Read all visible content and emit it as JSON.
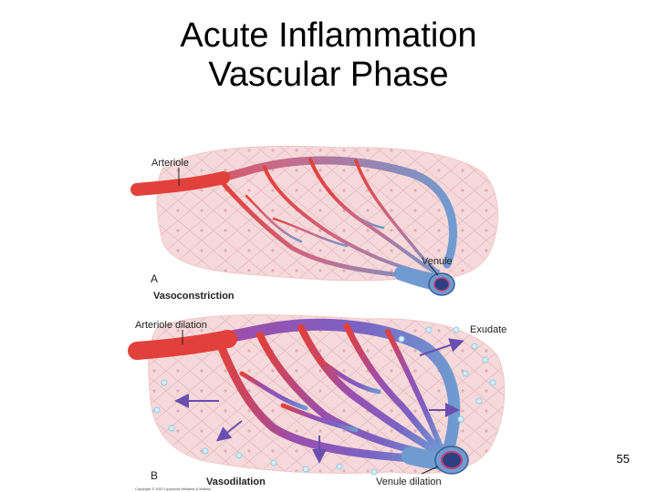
{
  "slide": {
    "title_line1": "Acute Inflammation",
    "title_line2": "Vascular Phase",
    "page_number": "55"
  },
  "panel_a": {
    "letter": "A",
    "caption": "Vasoconstriction",
    "labels": {
      "arteriole": "Arteriole",
      "venule": "Venule"
    }
  },
  "panel_b": {
    "letter": "B",
    "caption": "Vasodilation",
    "labels": {
      "arteriole": "Arteriole dilation",
      "exudate": "Exudate",
      "venule": "Venule dilation"
    }
  },
  "copyright": "Copyright © 2007 Lippincott Williams & Wilkins.",
  "colors": {
    "artery": "#e2403a",
    "vein": "#6f9bd1",
    "dilated": "#8a6bc0",
    "tissue": "#f6d9da",
    "arrow": "#6a4fb0",
    "fluid": "#8ecbe6"
  }
}
